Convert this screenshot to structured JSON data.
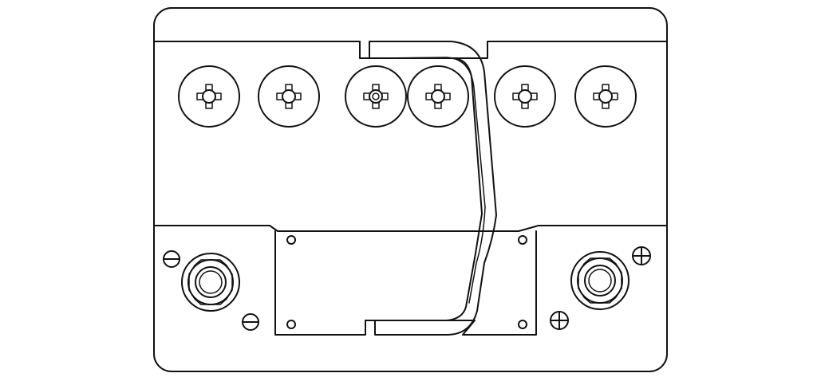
{
  "diagram": {
    "subject": "battery-top-view",
    "line_color": "#111111",
    "background_color": "#ffffff",
    "vent_caps": 6,
    "terminals": [
      "negative",
      "positive"
    ],
    "polarity_marks": {
      "negative": [
        "minus",
        "minus"
      ],
      "positive": [
        "plus",
        "plus"
      ]
    }
  }
}
